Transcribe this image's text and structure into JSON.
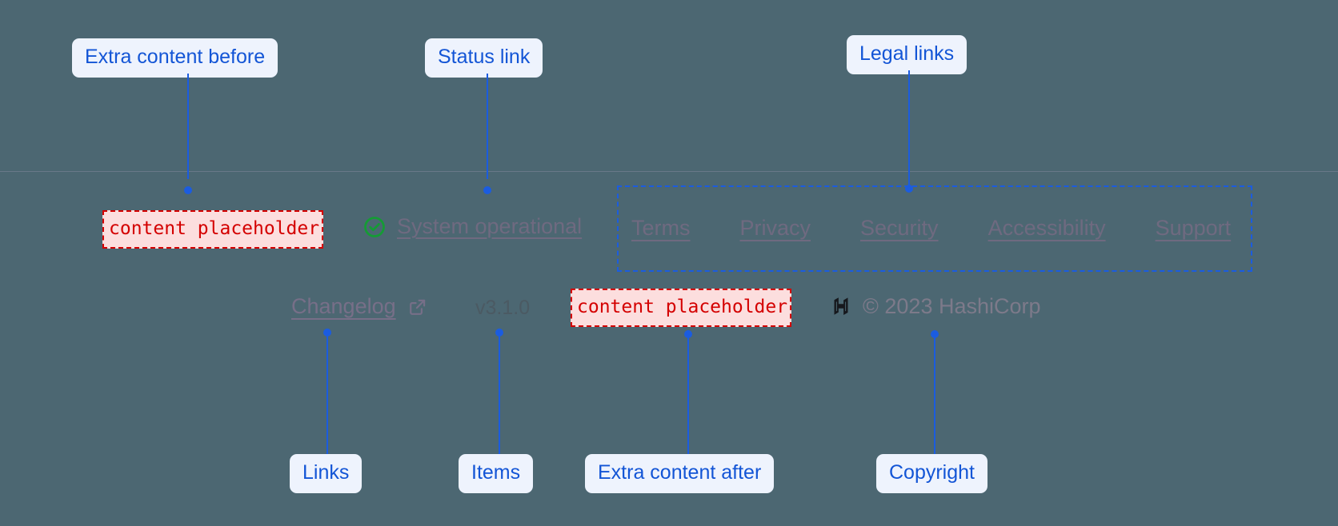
{
  "theme": {
    "background": "#4c6772",
    "callout_bg": "#eef3fd",
    "callout_text": "#1355d6",
    "leader_color": "#1b5ce0",
    "placeholder_bg": "#fcdede",
    "placeholder_border": "#d40000",
    "placeholder_text": "#d40000",
    "link_color": "#6f6a80",
    "status_ok_color": "#159b35",
    "divider_color": "#6d7d8c"
  },
  "annotations": [
    {
      "id": "extra-content-before",
      "label": "Extra content before"
    },
    {
      "id": "status-link",
      "label": "Status link"
    },
    {
      "id": "legal-links",
      "label": "Legal links"
    },
    {
      "id": "links",
      "label": "Links"
    },
    {
      "id": "items",
      "label": "Items"
    },
    {
      "id": "extra-content-after",
      "label": "Extra content after"
    },
    {
      "id": "copyright",
      "label": "Copyright"
    }
  ],
  "footer": {
    "placeholder_before": "content placeholder",
    "placeholder_after": "content placeholder",
    "status": {
      "icon": "check-circle-icon",
      "label": "System operational"
    },
    "legal_links": [
      {
        "label": "Terms"
      },
      {
        "label": "Privacy"
      },
      {
        "label": "Security"
      },
      {
        "label": "Accessibility"
      },
      {
        "label": "Support"
      }
    ],
    "changelog": {
      "label": "Changelog",
      "icon": "external-link-icon"
    },
    "version": "v3.1.0",
    "copyright": {
      "logo": "hashicorp-logo-icon",
      "text": "© 2023 HashiCorp"
    }
  }
}
